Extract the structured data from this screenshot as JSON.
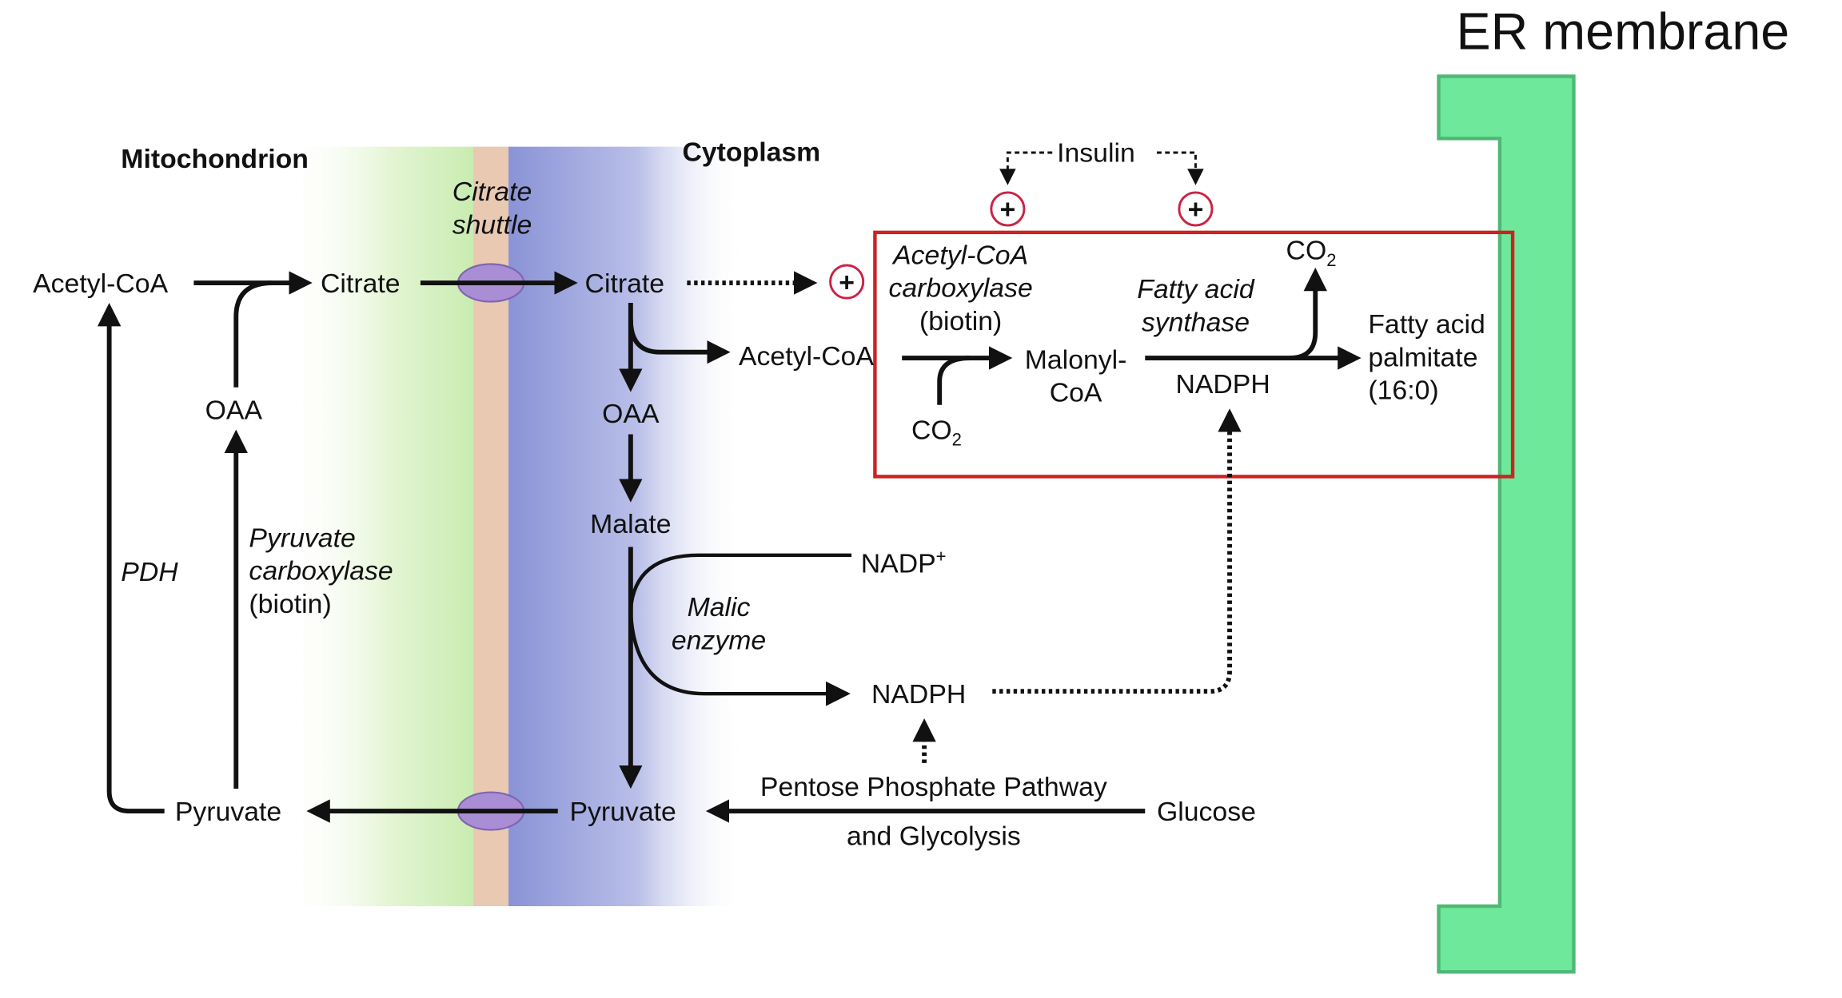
{
  "er_label": "ER membrane",
  "regions": {
    "mitochondrion": "Mitochondrion",
    "cytoplasm": "Cytoplasm"
  },
  "shuttle": {
    "line1": "Citrate",
    "line2": "shuttle"
  },
  "insulin": "Insulin",
  "plus": "+",
  "metabolites": {
    "acetyl_coa_mito": "Acetyl-CoA",
    "citrate_mito": "Citrate",
    "oaa_mito": "OAA",
    "pyruvate_mito": "Pyruvate",
    "citrate_cyto": "Citrate",
    "acetyl_coa_cyto": "Acetyl-CoA",
    "oaa_cyto": "OAA",
    "malate": "Malate",
    "pyruvate_cyto": "Pyruvate",
    "glucose": "Glucose",
    "nadp_plus": "NADP",
    "nadp_sup": "+",
    "nadph_malic": "NADPH",
    "co2_in": "CO",
    "co2_out": "CO",
    "co2_sub": "2",
    "malonyl_1": "Malonyl-",
    "malonyl_2": "CoA",
    "nadph_fas": "NADPH",
    "fa_line1": "Fatty acid",
    "fa_line2": "palmitate",
    "fa_line3": "(16:0)"
  },
  "enzymes": {
    "pdh": "PDH",
    "pc_line1": "Pyruvate",
    "pc_line2": "carboxylase",
    "pc_line3": "(biotin)",
    "acc_line1": "Acetyl-CoA",
    "acc_line2": "carboxylase",
    "acc_line3": "(biotin)",
    "fas_line1": "Fatty acid",
    "fas_line2": "synthase",
    "malic_line1": "Malic",
    "malic_line2": "enzyme"
  },
  "pathway": {
    "line1": "Pentose Phosphate Pathway",
    "line2": "and Glycolysis"
  },
  "colors": {
    "highlight_box": "#cc2222",
    "er_membrane": "#6ee89a",
    "mito_band": "#d6f0c0",
    "membrane": "#e8c8b0",
    "cyto_band": "#8f98d8",
    "transporter": "#a98ed6",
    "plus_circle": "#cc2244"
  }
}
